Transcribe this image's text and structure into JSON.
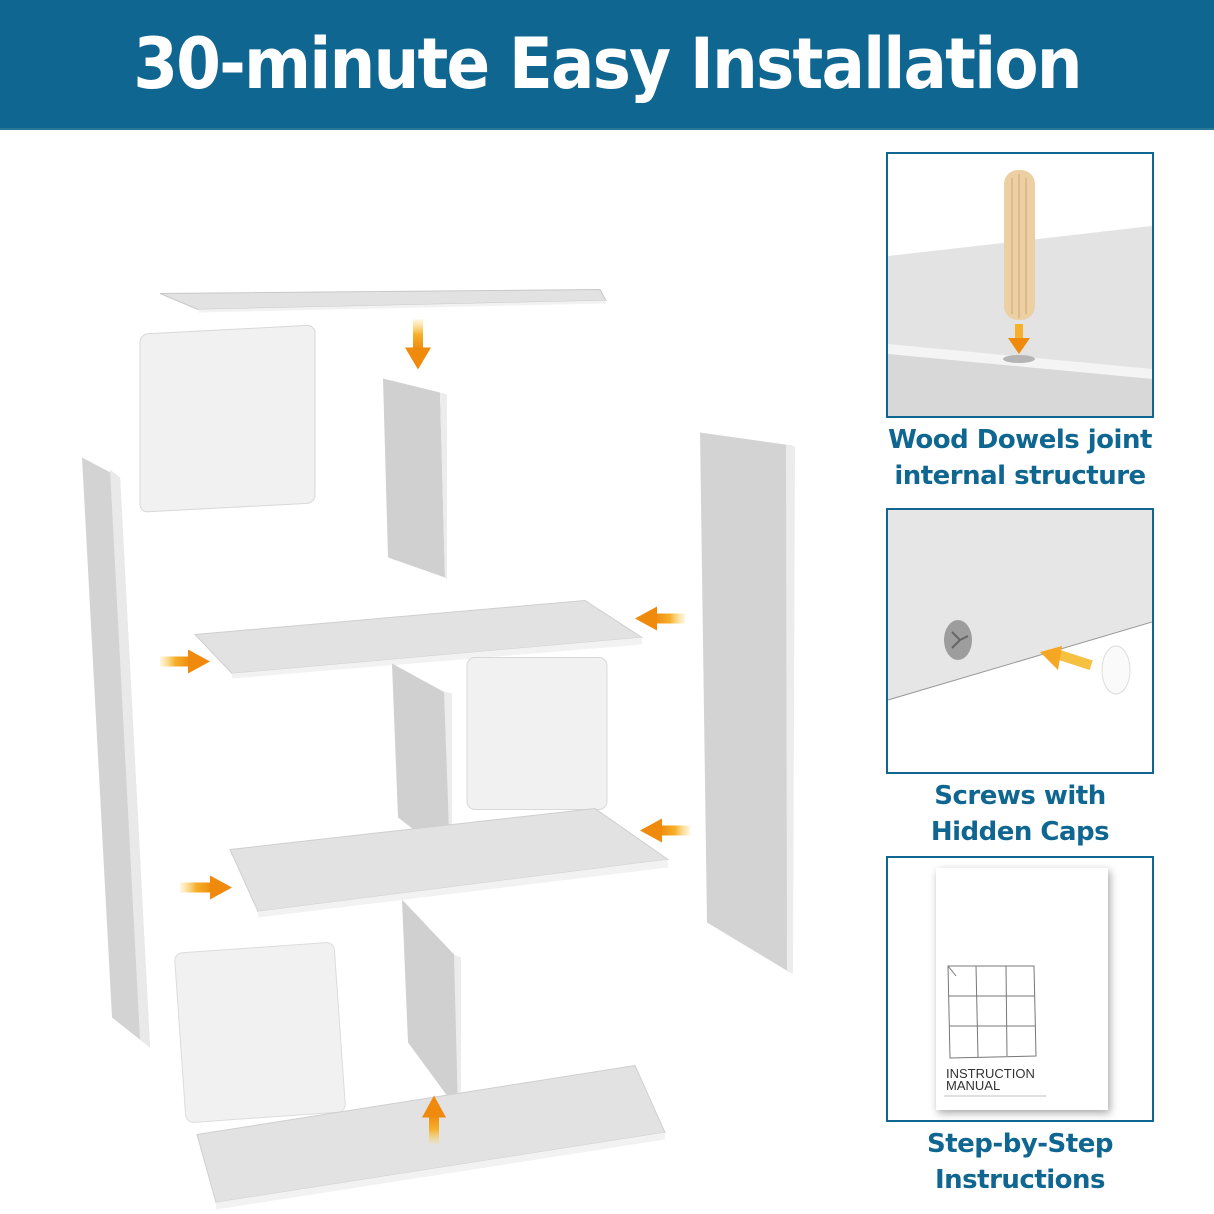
{
  "header": {
    "title": "30-minute Easy Installation",
    "background_color": "#0f6690"
  },
  "diagram": {
    "description": "Exploded view of cube bookshelf panels",
    "arrow_color": "#f39a12",
    "panel_color": "#dcdcdc",
    "icons": [
      "arrow-down-icon",
      "arrow-right-icon",
      "arrow-left-icon",
      "arrow-up-icon"
    ]
  },
  "features": [
    {
      "caption_line1": "Wood Dowels joint",
      "caption_line2": "internal structure",
      "icon": "wood-dowel-icon"
    },
    {
      "caption_line1": "Screws with",
      "caption_line2": "Hidden Caps",
      "icon": "screw-cap-icon"
    },
    {
      "caption_line1": "Step-by-Step",
      "caption_line2": "Instructions",
      "icon": "instruction-manual-icon",
      "manual": {
        "title_line1": "INSTRUCTION",
        "title_line2": "MANUAL"
      }
    }
  ],
  "colors": {
    "brand": "#0f6690",
    "accent": "#f39a12",
    "wood": "#f0d6ae"
  }
}
